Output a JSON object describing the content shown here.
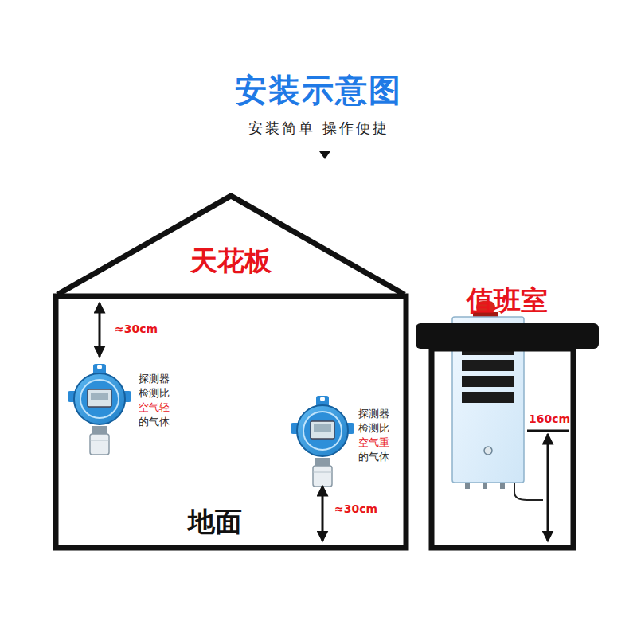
{
  "diagram": {
    "title": "安装示意图",
    "nodes": [
      {
        "text": [
          "天花板",
          "地面"
        ]
      },
      {
        "text": [
          "值班室"
        ]
      }
    ],
    "labels": [
      "安装简单 操作便捷",
      "≈30cm",
      "探测器",
      "检测比",
      "空气轻",
      "的气体",
      "探测器",
      "检测比",
      "空气重",
      "的气体",
      "≈30cm",
      "160cm"
    ]
  }
}
